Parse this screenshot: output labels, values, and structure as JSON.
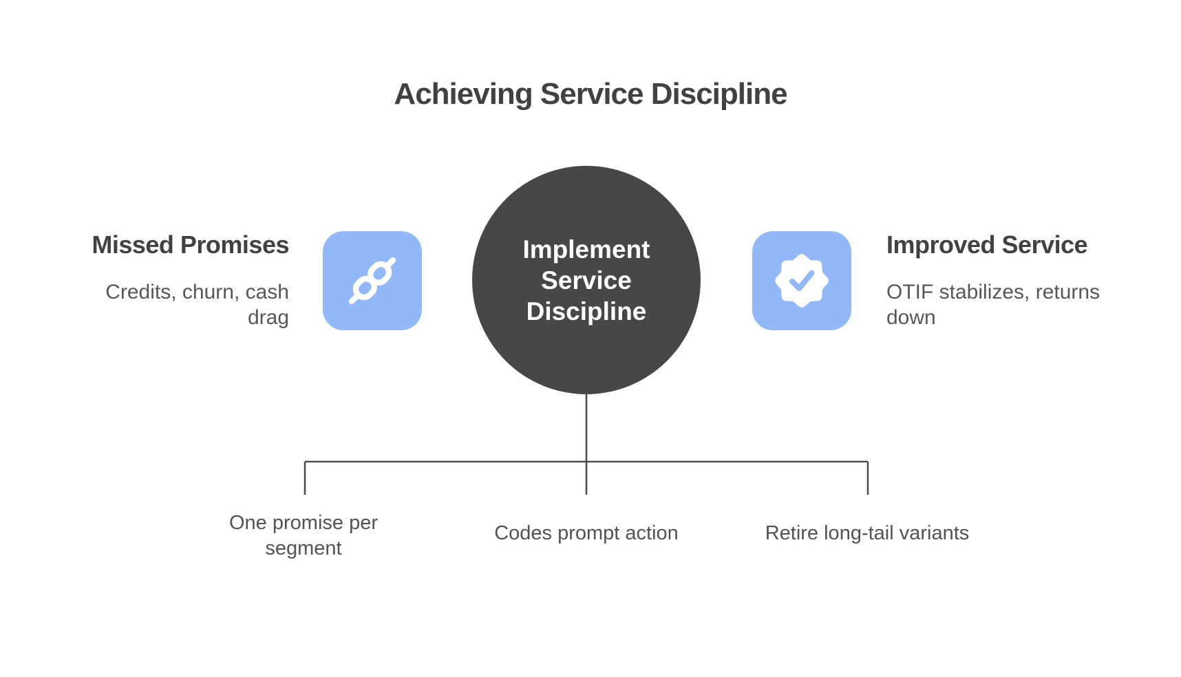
{
  "title": "Achieving Service Discipline",
  "colors": {
    "canvas-bg": "#ffffff",
    "accent-blue": "#93b8f9",
    "circle-fill": "#474747",
    "line-color": "#4a4a4a",
    "heading-color": "#414141",
    "body-color": "#575757",
    "label-color": "#525252"
  },
  "left": {
    "heading": "Missed Promises",
    "subtitle": "Credits, churn, cash drag",
    "icon": "chain-link-icon"
  },
  "center": {
    "label": "Implement Service Discipline"
  },
  "right": {
    "heading": "Improved Service",
    "subtitle": "OTIF stabilizes, returns down",
    "icon": "verified-badge-icon"
  },
  "branches": [
    {
      "label": "One promise per segment"
    },
    {
      "label": "Codes prompt action"
    },
    {
      "label": "Retire long-tail variants"
    }
  ]
}
